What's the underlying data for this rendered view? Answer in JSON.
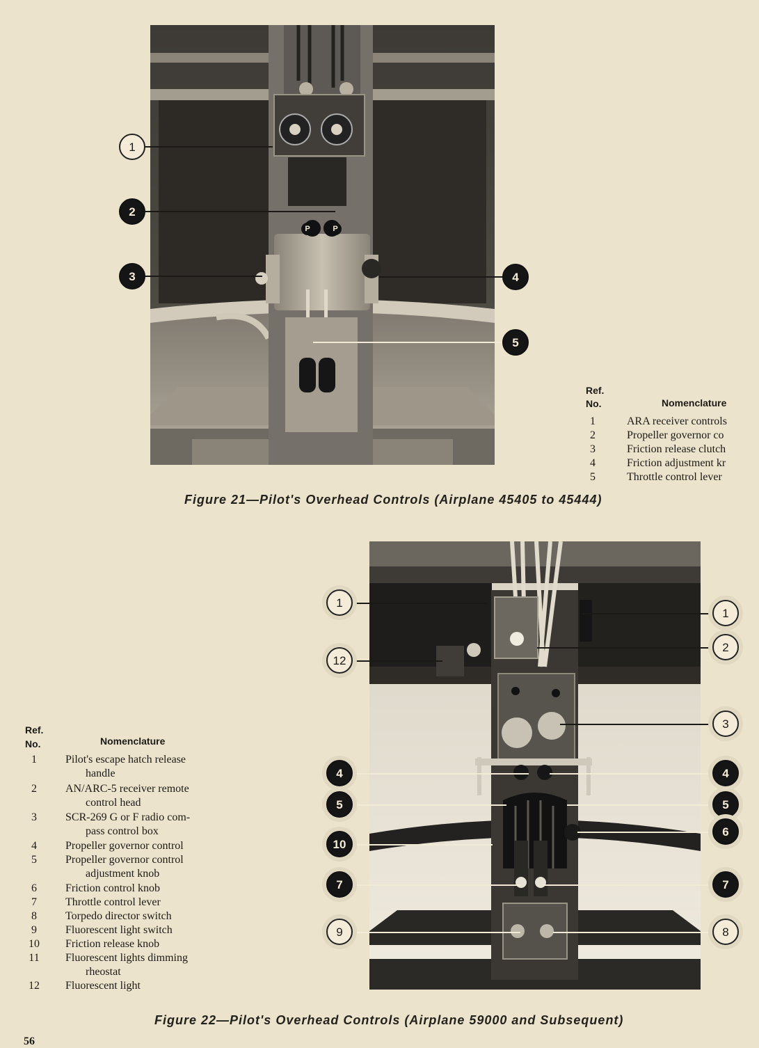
{
  "figure21": {
    "caption": "Figure 21—Pilot's Overhead Controls (Airplane 45405 to 45444)",
    "callouts": [
      "1",
      "2",
      "3",
      "4",
      "5"
    ],
    "placards": [
      "P",
      "P"
    ],
    "legend": {
      "ref_label": "Ref.",
      "no_label": "No.",
      "nomenclature_label": "Nomenclature",
      "items": [
        {
          "no": "1",
          "text": "ARA receiver controls"
        },
        {
          "no": "2",
          "text": "Propeller governor co"
        },
        {
          "no": "3",
          "text": "Friction release clutch"
        },
        {
          "no": "4",
          "text": "Friction adjustment kr"
        },
        {
          "no": "5",
          "text": "Throttle control lever"
        }
      ]
    }
  },
  "figure22": {
    "caption": "Figure 22—Pilot's Overhead Controls (Airplane 59000 and Subsequent)",
    "callouts": {
      "left": [
        "1",
        "12",
        "4",
        "5",
        "10",
        "7",
        "9"
      ],
      "right": [
        "1",
        "2",
        "3",
        "4",
        "5",
        "6",
        "7",
        "8"
      ]
    },
    "legend": {
      "ref_label": "Ref.",
      "no_label": "No.",
      "nomenclature_label": "Nomenclature",
      "items": [
        {
          "no": "1",
          "lines": [
            "Pilot's escape hatch release",
            "handle"
          ]
        },
        {
          "no": "2",
          "lines": [
            "AN/ARC-5 receiver remote",
            "control head"
          ]
        },
        {
          "no": "3",
          "lines": [
            "SCR-269 G or F radio com-",
            "pass control box"
          ]
        },
        {
          "no": "4",
          "lines": [
            "Propeller governor control"
          ]
        },
        {
          "no": "5",
          "lines": [
            "Propeller governor control",
            "adjustment knob"
          ]
        },
        {
          "no": "6",
          "lines": [
            "Friction control knob"
          ]
        },
        {
          "no": "7",
          "lines": [
            "Throttle control lever"
          ]
        },
        {
          "no": "8",
          "lines": [
            "Torpedo director switch"
          ]
        },
        {
          "no": "9",
          "lines": [
            "Fluorescent light switch"
          ]
        },
        {
          "no": "10",
          "lines": [
            "Friction release knob"
          ]
        },
        {
          "no": "11",
          "lines": [
            "Fluorescent lights dimming",
            "rheostat"
          ]
        },
        {
          "no": "12",
          "lines": [
            "Fluorescent light"
          ]
        }
      ]
    }
  },
  "page_number": "56"
}
